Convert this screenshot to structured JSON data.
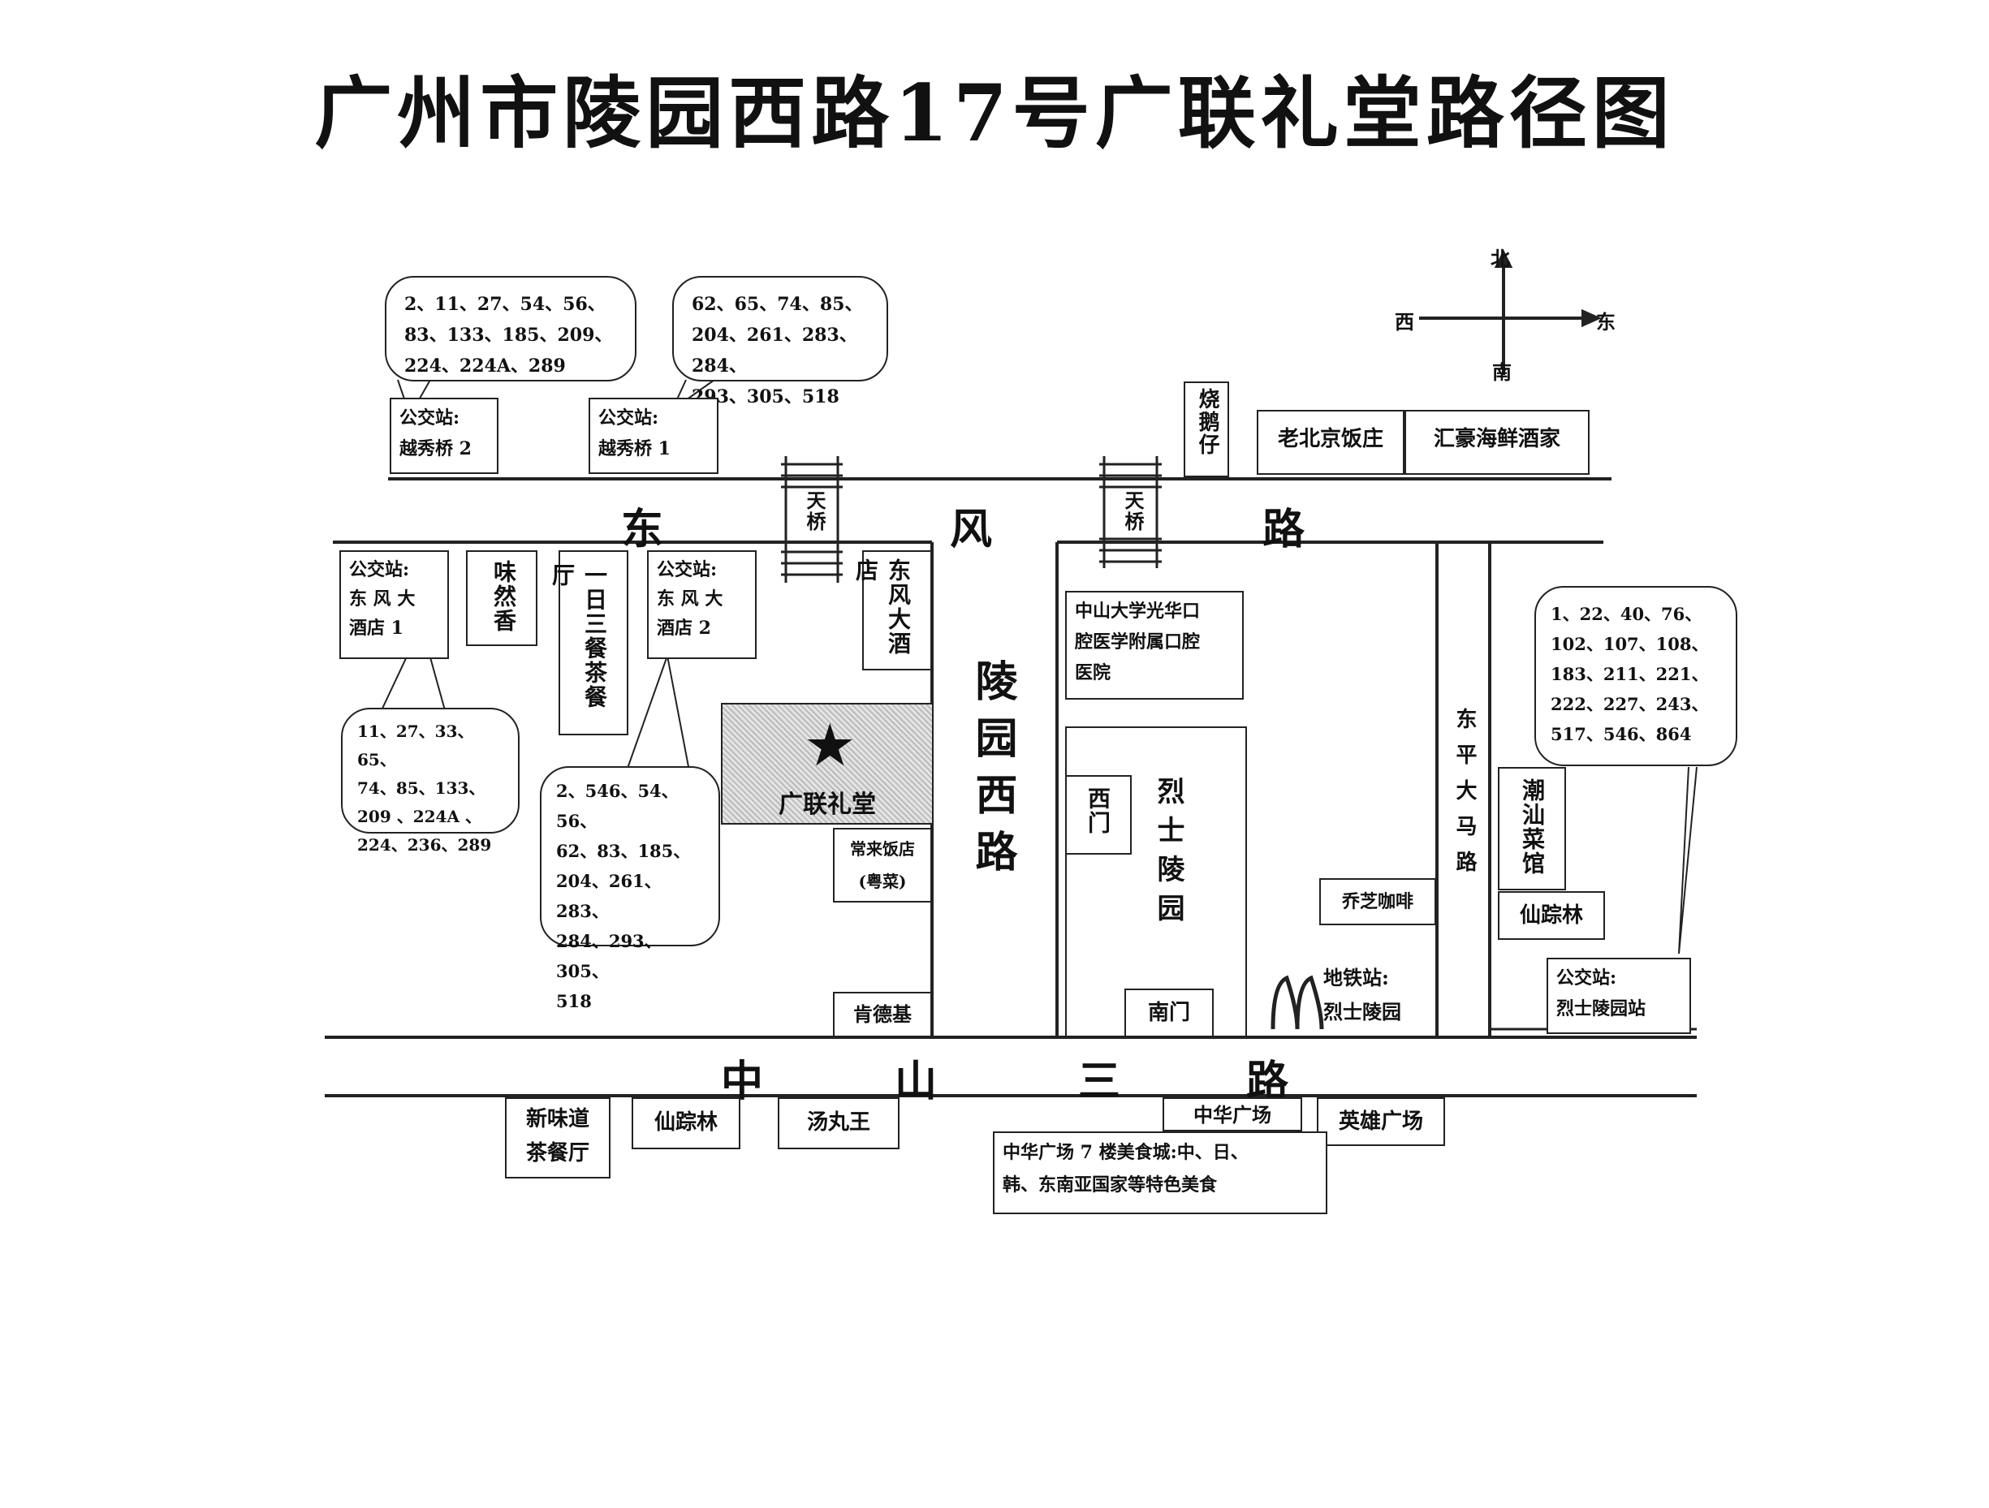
{
  "title": "广州市陵园西路17号广联礼堂路径图",
  "compass": {
    "north": "北",
    "south": "南",
    "east": "东",
    "west": "西"
  },
  "roads": {
    "dongfeng": [
      "东",
      "风",
      "路"
    ],
    "lingyuan_xi": "陵园西路",
    "zhongshan_san": [
      "中",
      "山",
      "三",
      "路"
    ],
    "dongping": "东平大马路"
  },
  "footbridge_label": "天桥",
  "site": {
    "name": "广联礼堂",
    "marker": "★"
  },
  "bus_stops": {
    "yuexiu_qiao_2": "公交站:\n越秀桥 2",
    "yuexiu_qiao_1": "公交站:\n越秀桥 1",
    "dongfeng_hotel_1": "公交站:\n东 风 大\n酒店 1",
    "dongfeng_hotel_2": "公交站:\n东 风 大\n酒店 2",
    "lieshi_lingyuan": "公交站:\n烈士陵园站"
  },
  "routes": {
    "yuexiu_qiao_2": "2、11、27、54、56、\n83、133、185、209、\n224、224A、289",
    "yuexiu_qiao_1": "62、65、74、85、\n204、261、283、284、\n293、305、518",
    "dongfeng_hotel_1": "11、27、33、65、\n74、85、133、\n209 、224A 、\n224、236、289",
    "dongfeng_hotel_2": "2、546、54、56、\n62、83、185、\n204、261、283、\n284、293、305、\n518",
    "lieshi_lingyuan": "1、22、40、76、\n102、107、108、\n183、211、221、\n222、227、243、\n517、546、864"
  },
  "places": {
    "shao_e_zai": "烧鹅仔",
    "lao_beijing": "老北京饭庄",
    "huihao_seafood": "汇豪海鲜酒家",
    "weiran_xiang": "味然香",
    "yiri_sancan": "一日三餐茶餐厅",
    "dongfeng_hotel": "东风大酒店",
    "sysu_dental": "中山大学光华口\n腔医学附属口腔\n医院",
    "west_gate": "西门",
    "lieshi_lingyuan_park": "烈士陵园",
    "changlai": "常来饭店\n(粤菜)",
    "kfc": "肯德基",
    "south_gate": "南门",
    "qiaozhi_cafe": "乔芝咖啡",
    "metro_station": "地铁站:\n烈士陵园",
    "chaoshan": "潮汕菜馆",
    "xianzonglin_east": "仙踪林",
    "xinweidao": "新味道\n茶餐厅",
    "xianzonglin_south": "仙踪林",
    "tangwanwang": "汤丸王",
    "zhonghua_plaza": "中华广场",
    "yingxiong_plaza": "英雄广场",
    "zhonghua_food_court": "中华广场 7 楼美食城:中、日、\n韩、东南亚国家等特色美食"
  }
}
